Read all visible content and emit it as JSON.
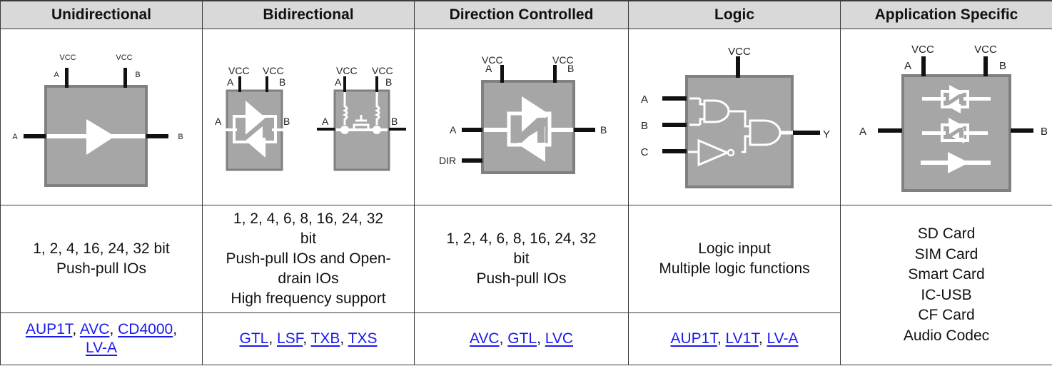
{
  "columns": [
    {
      "header": "Unidirectional",
      "diagram": {
        "icon": "unidirectional-buffer-icon",
        "pins": {
          "vcc_a": "VCC",
          "vcc_b": "VCC",
          "label_a_top": "A",
          "label_b_top": "B",
          "left": "A",
          "right": "B"
        }
      },
      "description": [
        "1, 2, 4, 16, 24, 32 bit",
        "Push-pull IOs"
      ],
      "links": [
        "AUP1T",
        "AVC",
        "CD4000",
        "LV-A"
      ]
    },
    {
      "header": "Bidirectional",
      "diagram": {
        "icon": "bidirectional-translator-icons",
        "pins": {
          "vcc": "VCC",
          "a": "A",
          "b": "B"
        }
      },
      "description": [
        "1, 2, 4, 6, 8, 16, 24, 32",
        "bit",
        "Push-pull IOs and Open-",
        "drain IOs",
        "High frequency support"
      ],
      "links": [
        "GTL",
        "LSF",
        "TXB",
        "TXS"
      ]
    },
    {
      "header": "Direction Controlled",
      "diagram": {
        "icon": "direction-controlled-translator-icon",
        "pins": {
          "vcc": "VCC",
          "a": "A",
          "b": "B",
          "dir": "DIR"
        }
      },
      "description": [
        "1, 2, 4, 6, 8, 16, 24, 32",
        "bit",
        "Push-pull IOs"
      ],
      "links": [
        "AVC",
        "GTL",
        "LVC"
      ]
    },
    {
      "header": "Logic",
      "diagram": {
        "icon": "logic-gate-translator-icon",
        "pins": {
          "vcc": "VCC",
          "a": "A",
          "b": "B",
          "c": "C",
          "y": "Y"
        }
      },
      "description": [
        "Logic input",
        "Multiple logic functions"
      ],
      "links": [
        "AUP1T",
        "LV1T",
        "LV-A"
      ]
    },
    {
      "header": "Application Specific",
      "diagram": {
        "icon": "application-specific-translator-icon",
        "pins": {
          "vcc": "VCC",
          "a": "A",
          "b": "B"
        }
      },
      "description": [
        "SD Card",
        "SIM Card",
        "Smart Card",
        "IC-USB",
        "CF Card",
        "Audio Codec"
      ],
      "links": []
    }
  ],
  "colors": {
    "header_bg": "#d9d9d9",
    "link": "#1a1aee",
    "chip_fill": "#a6a6a6",
    "chip_border": "#808080"
  }
}
